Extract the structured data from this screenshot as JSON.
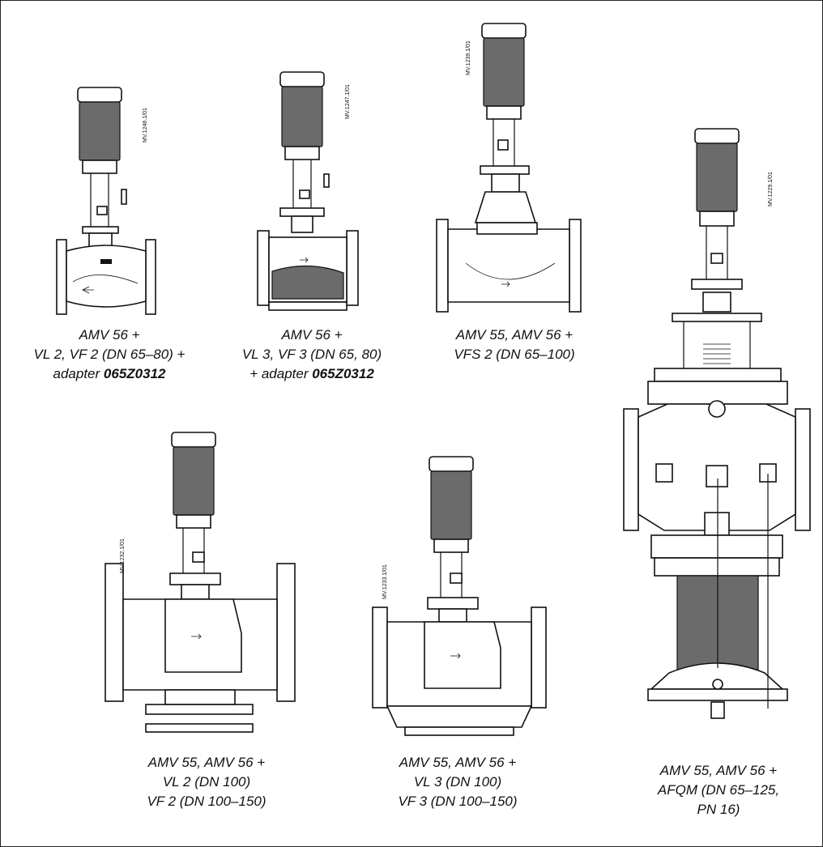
{
  "figures": [
    {
      "ref_code": "MV.1246.1/01",
      "caption": [
        "AMV 56 +",
        "VL 2, VF 2 (DN 65–80) +"
      ],
      "caption_adapter_prefix": "adapter ",
      "caption_adapter_code": "065Z0312"
    },
    {
      "ref_code": "MV.1247.1/01",
      "caption": [
        "AMV 56 +",
        "VL 3, VF 3 (DN 65, 80)"
      ],
      "caption_adapter_prefix": "+ adapter ",
      "caption_adapter_code": "065Z0312"
    },
    {
      "ref_code": "MV.1239.1/01",
      "caption": [
        "AMV 55, AMV 56 +",
        "VFS 2 (DN 65–100)"
      ]
    },
    {
      "ref_code": "MV.1229.1/01",
      "caption": [
        "AMV 55, AMV 56 +",
        "AFQM (DN 65–125,",
        "PN 16)"
      ]
    },
    {
      "ref_code": "MV.1232.1/01",
      "caption": [
        "AMV 55, AMV 56 +",
        "VL 2 (DN 100)",
        "VF 2 (DN 100–150)"
      ]
    },
    {
      "ref_code": "MV.1233.1/01",
      "caption": [
        "AMV 55, AMV 56 +",
        "VL 3  (DN 100)",
        "VF 3 (DN 100–150)"
      ]
    }
  ]
}
